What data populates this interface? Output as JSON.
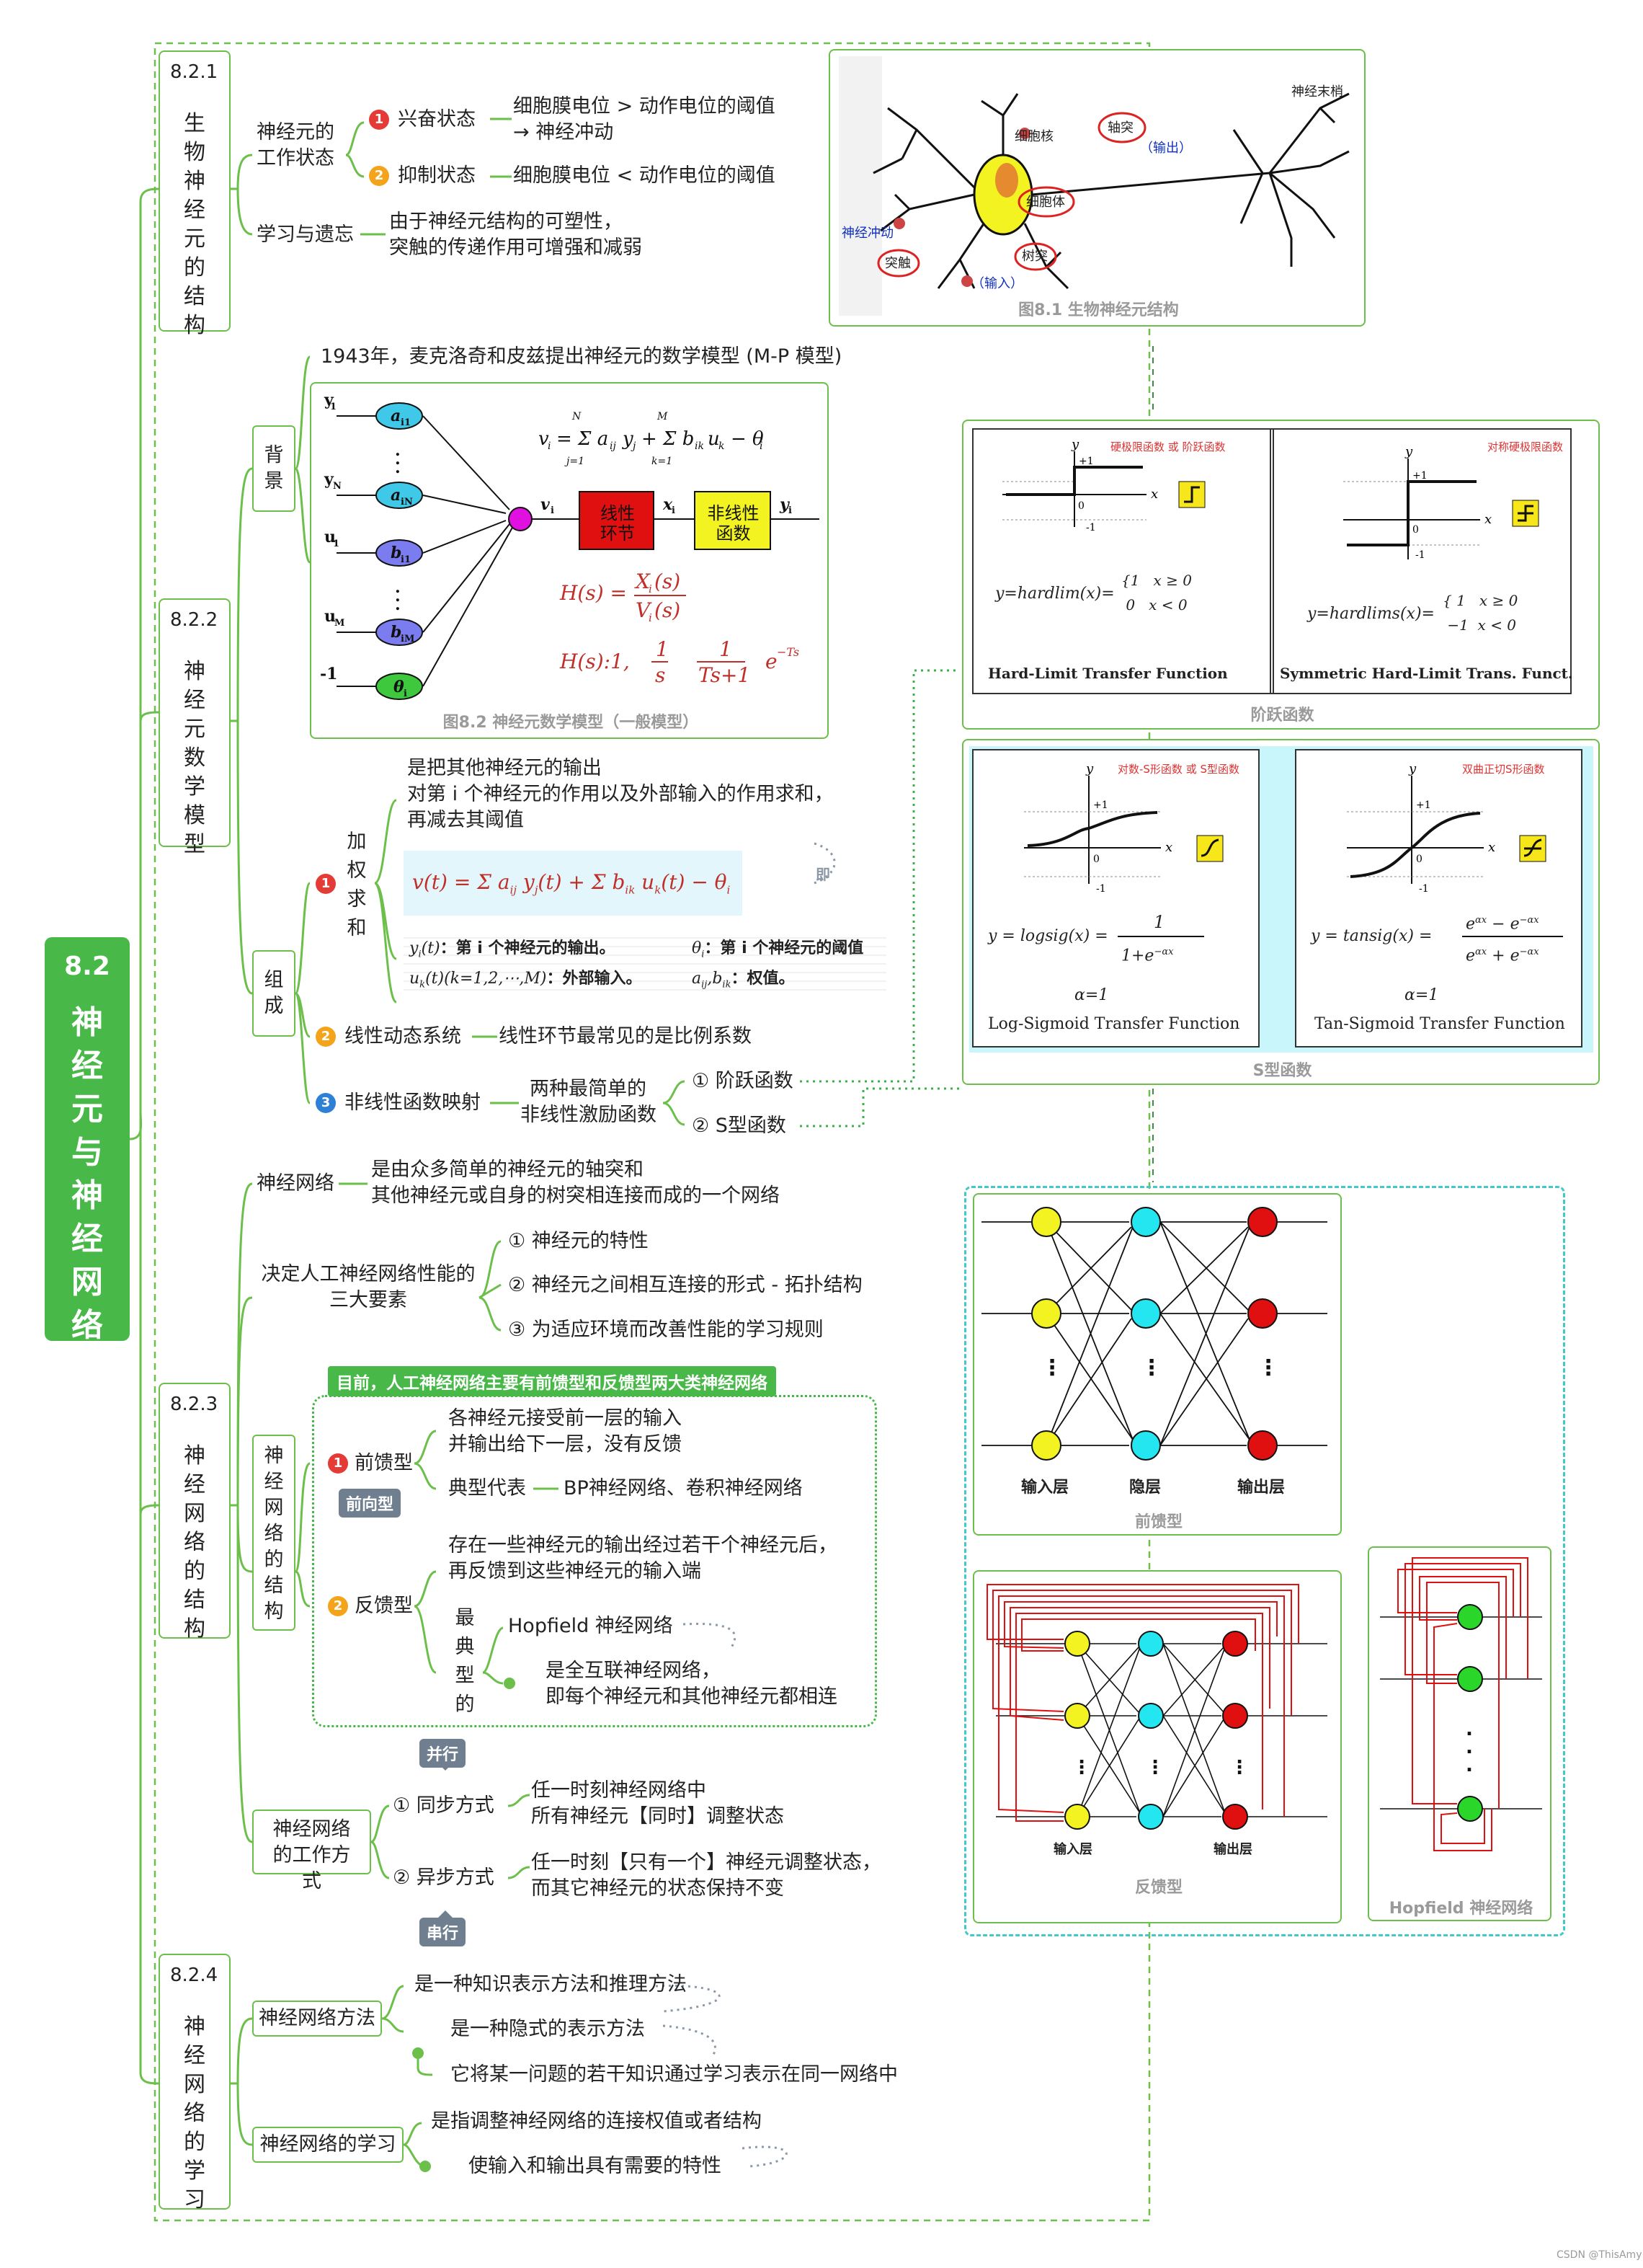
{
  "root": {
    "number": "8.2",
    "title": "神经元与神经网络"
  },
  "s1": {
    "id": "8.2.1",
    "title": "生物神经元的结构",
    "work_state": "神经元的工作状态",
    "excite": "兴奋状态",
    "excite_desc1": "细胞膜电位 > 动作电位的阈值",
    "excite_desc2": "→ 神经冲动",
    "inhibit": "抑制状态",
    "inhibit_desc": "细胞膜电位 < 动作电位的阈值",
    "learn": "学习与遗忘",
    "learn_desc1": "由于神经元结构的可塑性，",
    "learn_desc2": "突触的传递作用可增强和减弱",
    "fig": {
      "caption": "图8.1 生物神经元结构",
      "nucleus": "细胞核",
      "axon": "轴突",
      "output": "（输出）",
      "end": "神经末梢",
      "body": "细胞体",
      "impulse": "神经冲动",
      "synapse": "突触",
      "dendrite": "树突",
      "input": "（输入）"
    }
  },
  "s2": {
    "id": "8.2.2",
    "title": "神经元数学模型",
    "background": "背景",
    "bg_desc": "1943年，麦克洛奇和皮兹提出神经元的数学模型 (M-P 模型)",
    "fig_caption": "图8.2 神经元数学模型（一般模型）",
    "compose": "组成",
    "weighted": "加权求和",
    "w_desc1": "是把其他神经元的输出",
    "w_desc2": "对第 i 个神经元的作用以及外部输入的作用求和，",
    "w_desc3": "再减去其阈值",
    "ji": "即",
    "y_def": "：第 i 个神经元的输出。",
    "theta_def": "：第 i 个神经元的阈值",
    "u_def": "：外部输入。",
    "ab_def": "：权值。",
    "linear": "线性动态系统",
    "linear_desc": "线性环节最常见的是比例系数",
    "nonlinear": "非线性函数映射",
    "nl_desc1": "两种最简单的",
    "nl_desc2": "非线性激励函数",
    "step": "① 阶跃函数",
    "sig": "② S型函数",
    "block_linear": "线性环节",
    "block_nonlinear": "非线性函数",
    "step_group_caption": "阶跃函数",
    "sig_group_caption": "S型函数",
    "hardlim_title": "Hard-Limit Transfer  Function",
    "hardlims_title": "Symmetric Hard-Limit Trans.  Funct.",
    "logsig_title": "Log-Sigmoid Transfer Function",
    "tansig_title": "Tan-Sigmoid Transfer Function",
    "hardlim_note": "硬极限函数 或 阶跃函数",
    "hardlims_note": "对称硬极限函数",
    "logsig_note": "对数-S形函数 或 S型函数",
    "tansig_note": "双曲正切S形函数"
  },
  "s3": {
    "id": "8.2.3",
    "title": "神经网络的结构",
    "nn": "神经网络",
    "nn_desc1": "是由众多简单的神经元的轴突和",
    "nn_desc2": "其他神经元或自身的树突相连接而成的一个网络",
    "perf": "决定人工神经网络性能的三大要素",
    "perf1": "① 神经元的特性",
    "perf2": "② 神经元之间相互连接的形式 - 拓扑结构",
    "perf3": "③ 为适应环境而改善性能的学习规则",
    "struct": "神经网络的结构",
    "banner": "目前，人工神经网络主要有前馈型和反馈型两大类神经网络",
    "ff": "前馈型",
    "ff_tag": "前向型",
    "ff_desc1": "各神经元接受前一层的输入",
    "ff_desc2": "并输出给下一层，没有反馈",
    "ff_typ": "典型代表",
    "ff_typ_desc": "BP神经网络、卷积神经网络",
    "fb": "反馈型",
    "fb_desc1": "存在一些神经元的输出经过若干个神经元后，",
    "fb_desc2": "再反馈到这些神经元的输入端",
    "fb_typ": "最典型的",
    "hopfield": "Hopfield 神经网络",
    "hop_desc1": "是全互联神经网络，",
    "hop_desc2": "即每个神经元和其他神经元都相连",
    "mode": "神经网络的工作方式",
    "par_tag": "并行",
    "sync": "① 同步方式",
    "sync_desc1": "任一时刻神经网络中",
    "sync_desc2": "所有神经元【同时】调整状态",
    "async": "② 异步方式",
    "async_desc1": "任一时刻【只有一个】神经元调整状态，",
    "async_desc2": "而其它神经元的状态保持不变",
    "ser_tag": "串行",
    "ff_caption": "前馈型",
    "fb_caption": "反馈型",
    "hop_caption": "Hopfield 神经网络",
    "in_layer": "输入层",
    "hid_layer": "隐层",
    "out_layer": "输出层"
  },
  "s4": {
    "id": "8.2.4",
    "title": "神经网络的学习",
    "method": "神经网络方法",
    "m1": "是一种知识表示方法和推理方法",
    "m2": "是一种隐式的表示方法",
    "m3": "它将某一问题的若干知识通过学习表示在同一网络中",
    "learning": "神经网络的学习",
    "l1": "是指调整神经网络的连接权值或者结构",
    "l2": "使输入和输出具有需要的特性"
  },
  "watermark": "CSDN @ThisAmy"
}
